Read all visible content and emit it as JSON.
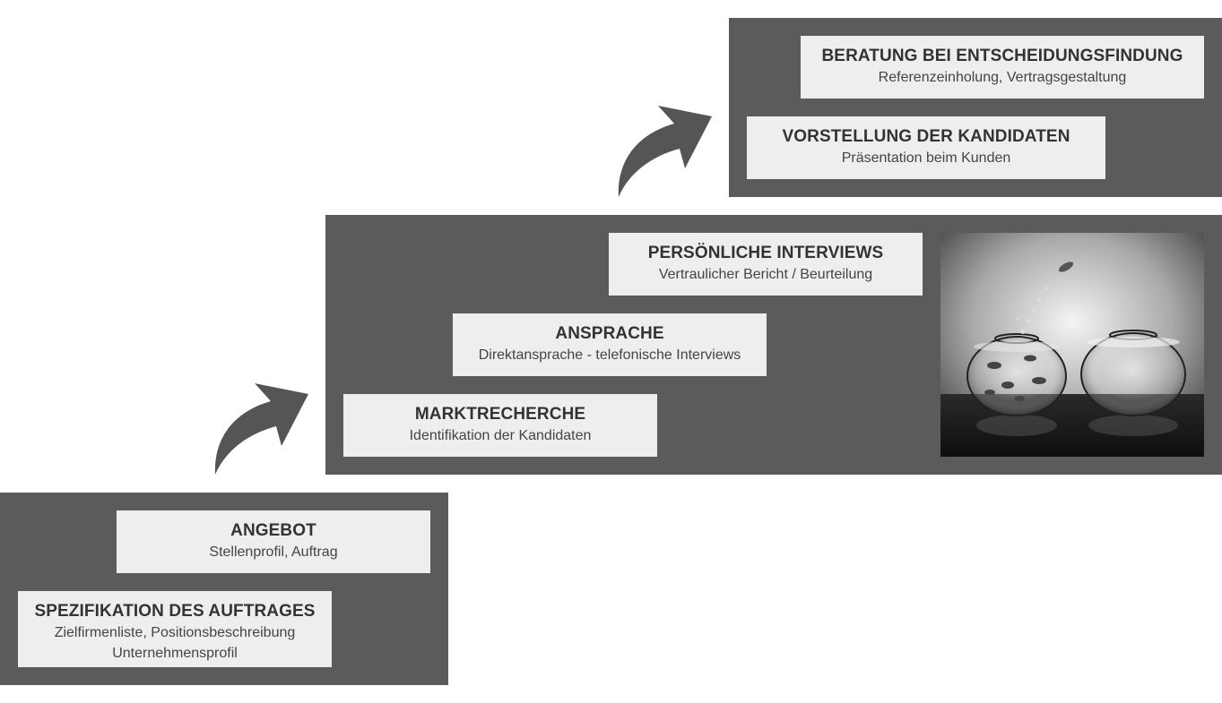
{
  "colors": {
    "stage_bg": "#5b5b5b",
    "card_bg": "#eeeeee",
    "arrow": "#555555"
  },
  "steps": {
    "beratung": {
      "title": "BERATUNG BEI ENTSCHEIDUNGSFINDUNG",
      "sub": "Referenzeinholung, Vertragsgestaltung"
    },
    "vorstellung": {
      "title": "VORSTELLUNG DER KANDIDATEN",
      "sub": "Präsentation beim Kunden"
    },
    "interviews": {
      "title": "PERSÖNLICHE INTERVIEWS",
      "sub": "Vertraulicher Bericht / Beurteilung"
    },
    "ansprache": {
      "title": "ANSPRACHE",
      "sub": "Direktansprache - telefonische Interviews"
    },
    "markt": {
      "title": "MARKTRECHERCHE",
      "sub": "Identifikation der Kandidaten"
    },
    "angebot": {
      "title": "ANGEBOT",
      "sub": "Stellenprofil, Auftrag"
    },
    "spezifikation": {
      "title": "SPEZIFIKATION DES AUFTRAGES",
      "sub_line1": "Zielfirmenliste, Positionsbeschreibung",
      "sub_line2": "Unternehmensprofil"
    }
  },
  "icons": {
    "arrow_1": "curved-arrow-up-right-icon",
    "arrow_2": "curved-arrow-up-right-icon"
  },
  "photo": {
    "subject": "goldfish jumping between fishbowls"
  }
}
